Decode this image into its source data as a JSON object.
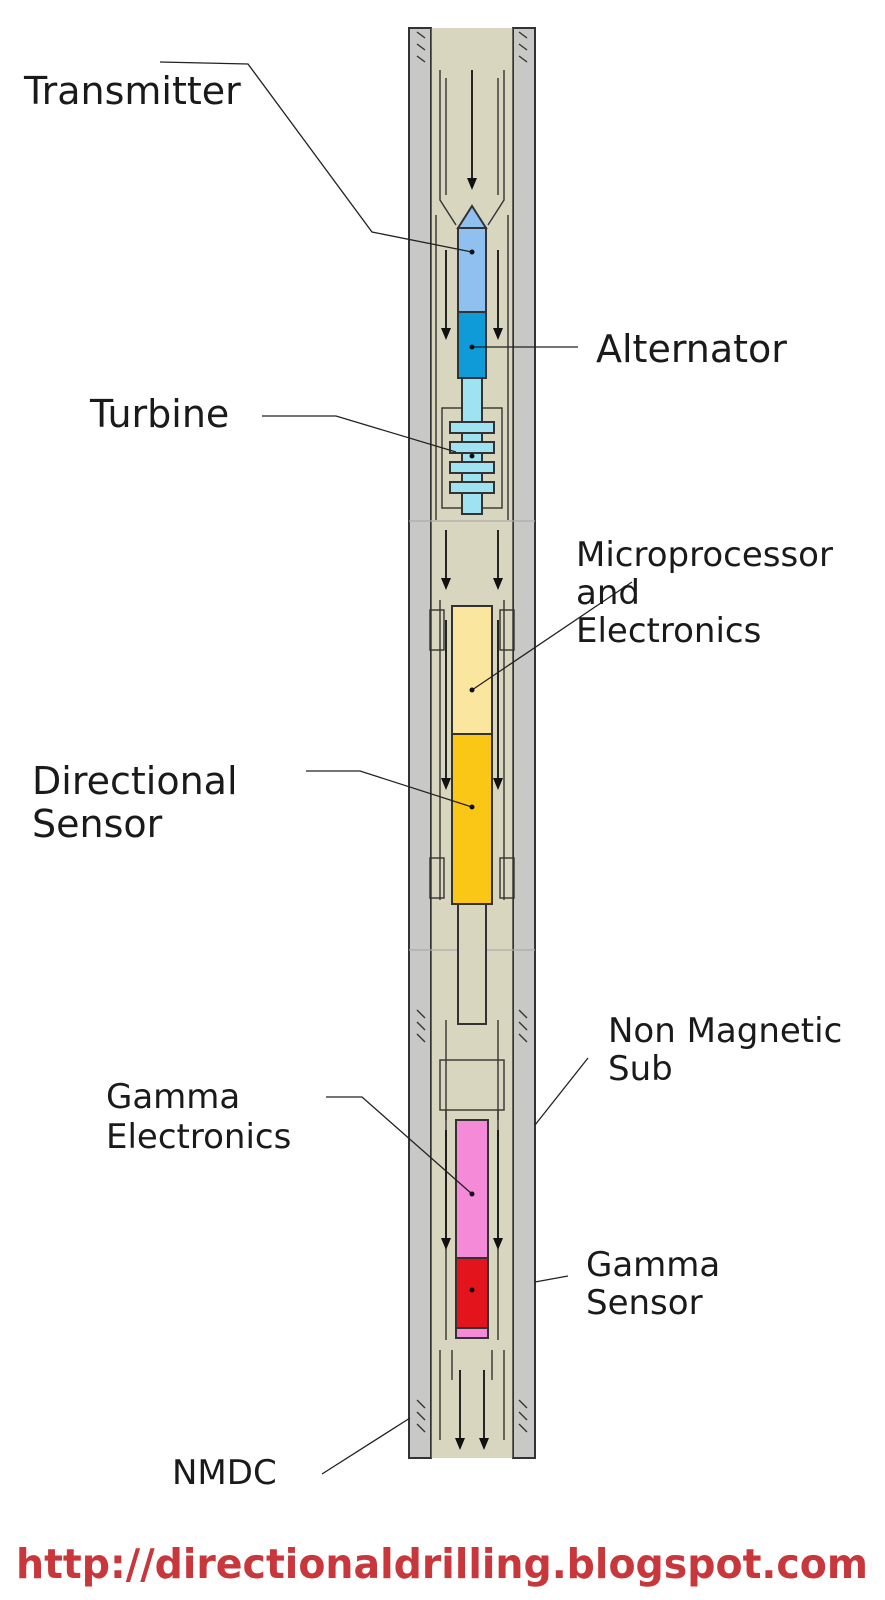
{
  "labels": {
    "transmitter": "Transmitter",
    "alternator": "Alternator",
    "turbine": "Turbine",
    "micro_1": "Microprocessor",
    "micro_2": "and",
    "micro_3": "Electronics",
    "directional_1": "Directional",
    "directional_2": "Sensor",
    "nonmag_1": "Non Magnetic",
    "nonmag_2": "Sub",
    "gamma_elec_1": "Gamma",
    "gamma_elec_2": "Electronics",
    "gamma_sensor_1": "Gamma",
    "gamma_sensor_2": "Sensor",
    "nmdc": "NMDC"
  },
  "watermark": "http://directionaldrilling.blogspot.com",
  "colors": {
    "collar": "#c8c8c6",
    "mud": "#d9d6c0",
    "transmitter": "#8fc0ef",
    "alternator": "#0f9ad8",
    "turbine": "#9fe3f3",
    "microprocessor": "#fbe6a0",
    "directional_sensor": "#fbc716",
    "gamma_electronics": "#f58ad8",
    "gamma_sensor": "#e3141b",
    "watermark": "#c8373b"
  }
}
